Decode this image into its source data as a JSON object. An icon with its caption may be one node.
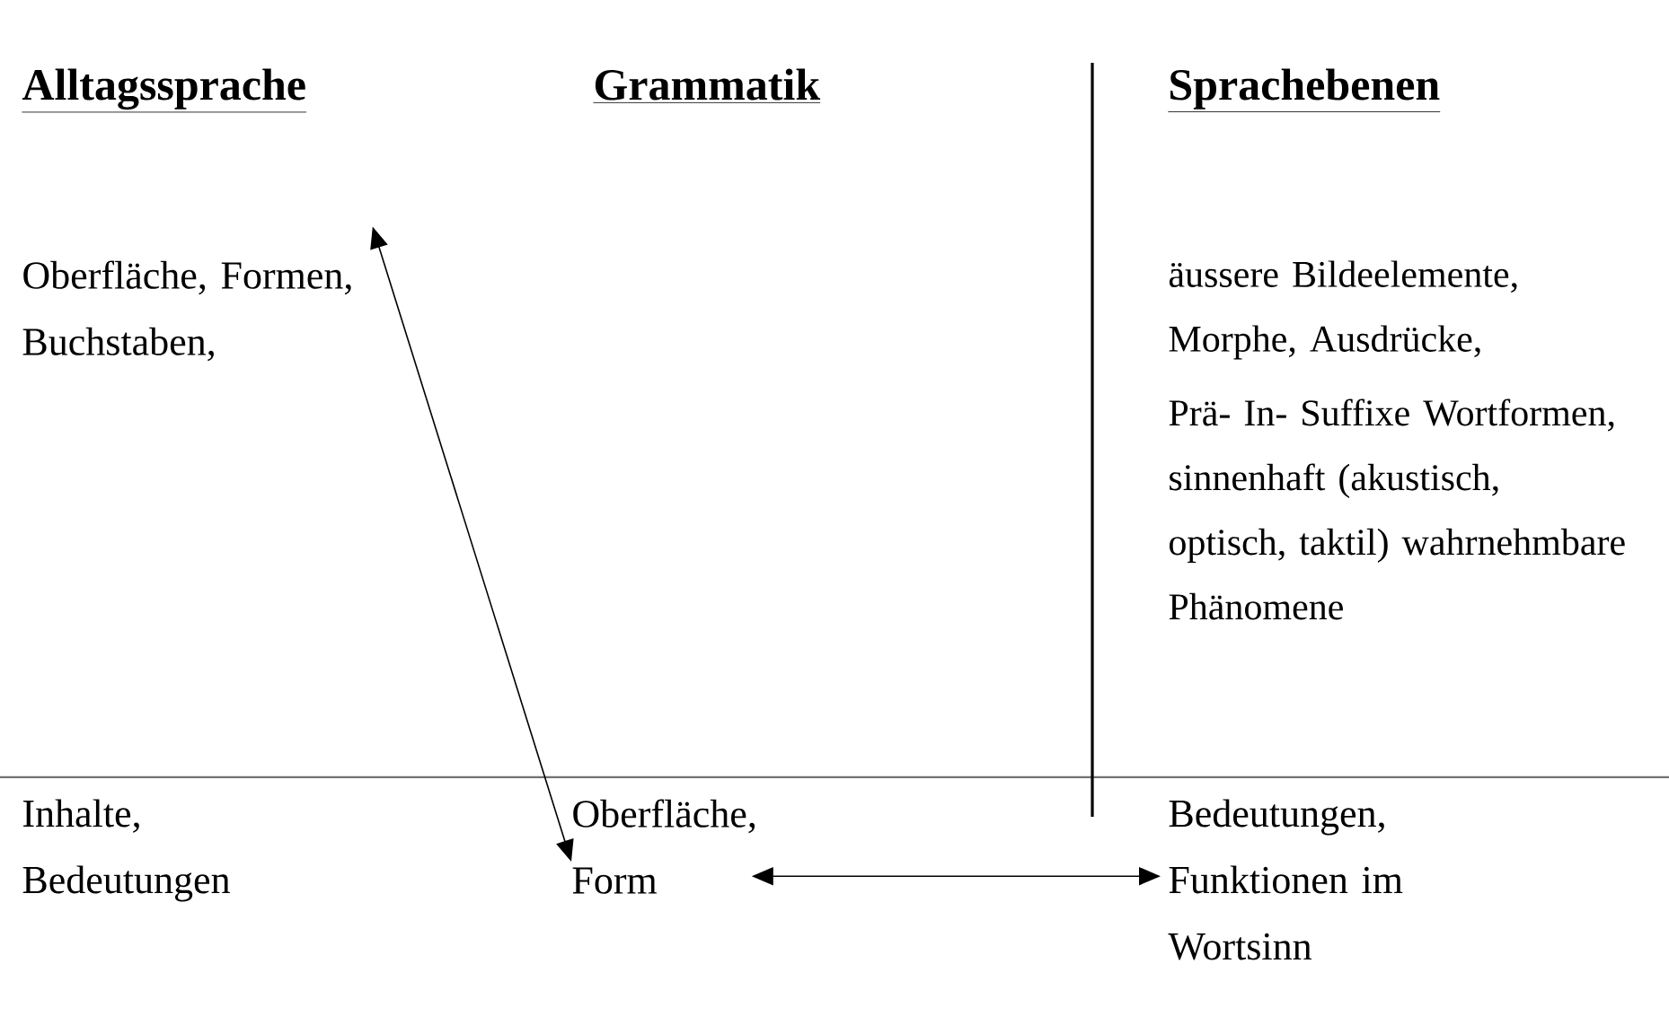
{
  "diagram": {
    "nodes": [
      {
        "text": [
          "Oberfläche, Formen, Buchstaben,"
        ]
      },
      {
        "text": [
          "Oberfläche, Form"
        ]
      },
      {
        "text": [
          "Bedeutungen, Funktionen im Wortsinn"
        ]
      }
    ],
    "edges": [
      {
        "from": 0,
        "to": 1,
        "arrow": "both"
      },
      {
        "from": 1,
        "to": 2,
        "arrow": "both"
      }
    ],
    "labels": [
      "Alltagssprache",
      "Grammatik",
      "Sprachebenen",
      "äussere Bildeelemente, Morphe, Ausdrücke,",
      "Prä- In- Suffixe Wortformen, sinnenhaft (akustisch, optisch, taktil) wahrnehmbare Phänomene",
      "Inhalte, Bedeutungen"
    ]
  }
}
